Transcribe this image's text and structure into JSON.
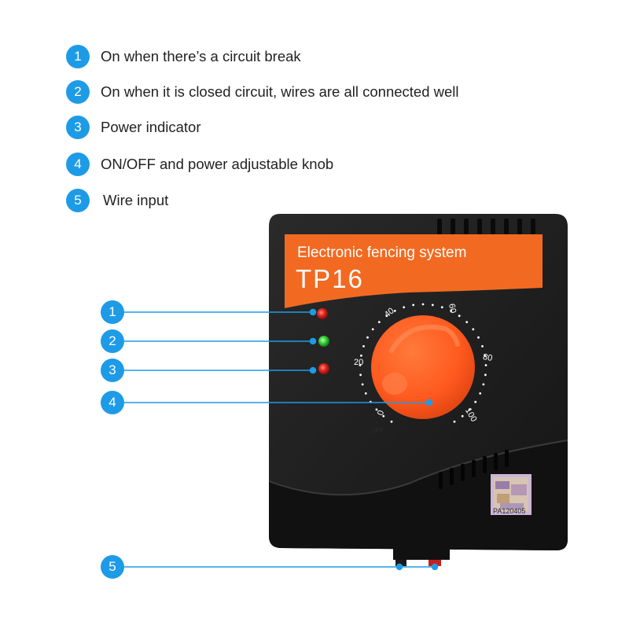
{
  "legend": [
    {
      "num": "1",
      "text": "On when there’s a circuit break"
    },
    {
      "num": "2",
      "text": "On when it is closed circuit, wires are all connected well"
    },
    {
      "num": "3",
      "text": "Power indicator"
    },
    {
      "num": "4",
      "text": "ON/OFF and power adjustable knob"
    },
    {
      "num": "5",
      "text": "Wire input"
    }
  ],
  "device": {
    "label_line1": "Electronic fencing system",
    "label_line2": "TP16",
    "dial_ticks": [
      "0",
      "20",
      "40",
      "60",
      "80",
      "100"
    ],
    "off_label": "OFF",
    "sticker_code": "PA120405",
    "body_color": "#1f1f1f",
    "label_color": "#f26a21",
    "knob_color": "#ff5a1f"
  },
  "callouts": [
    "1",
    "2",
    "3",
    "4",
    "5"
  ],
  "colors": {
    "accent": "#1e9be6",
    "led_red": "#e0261c",
    "led_green": "#37d23a"
  }
}
